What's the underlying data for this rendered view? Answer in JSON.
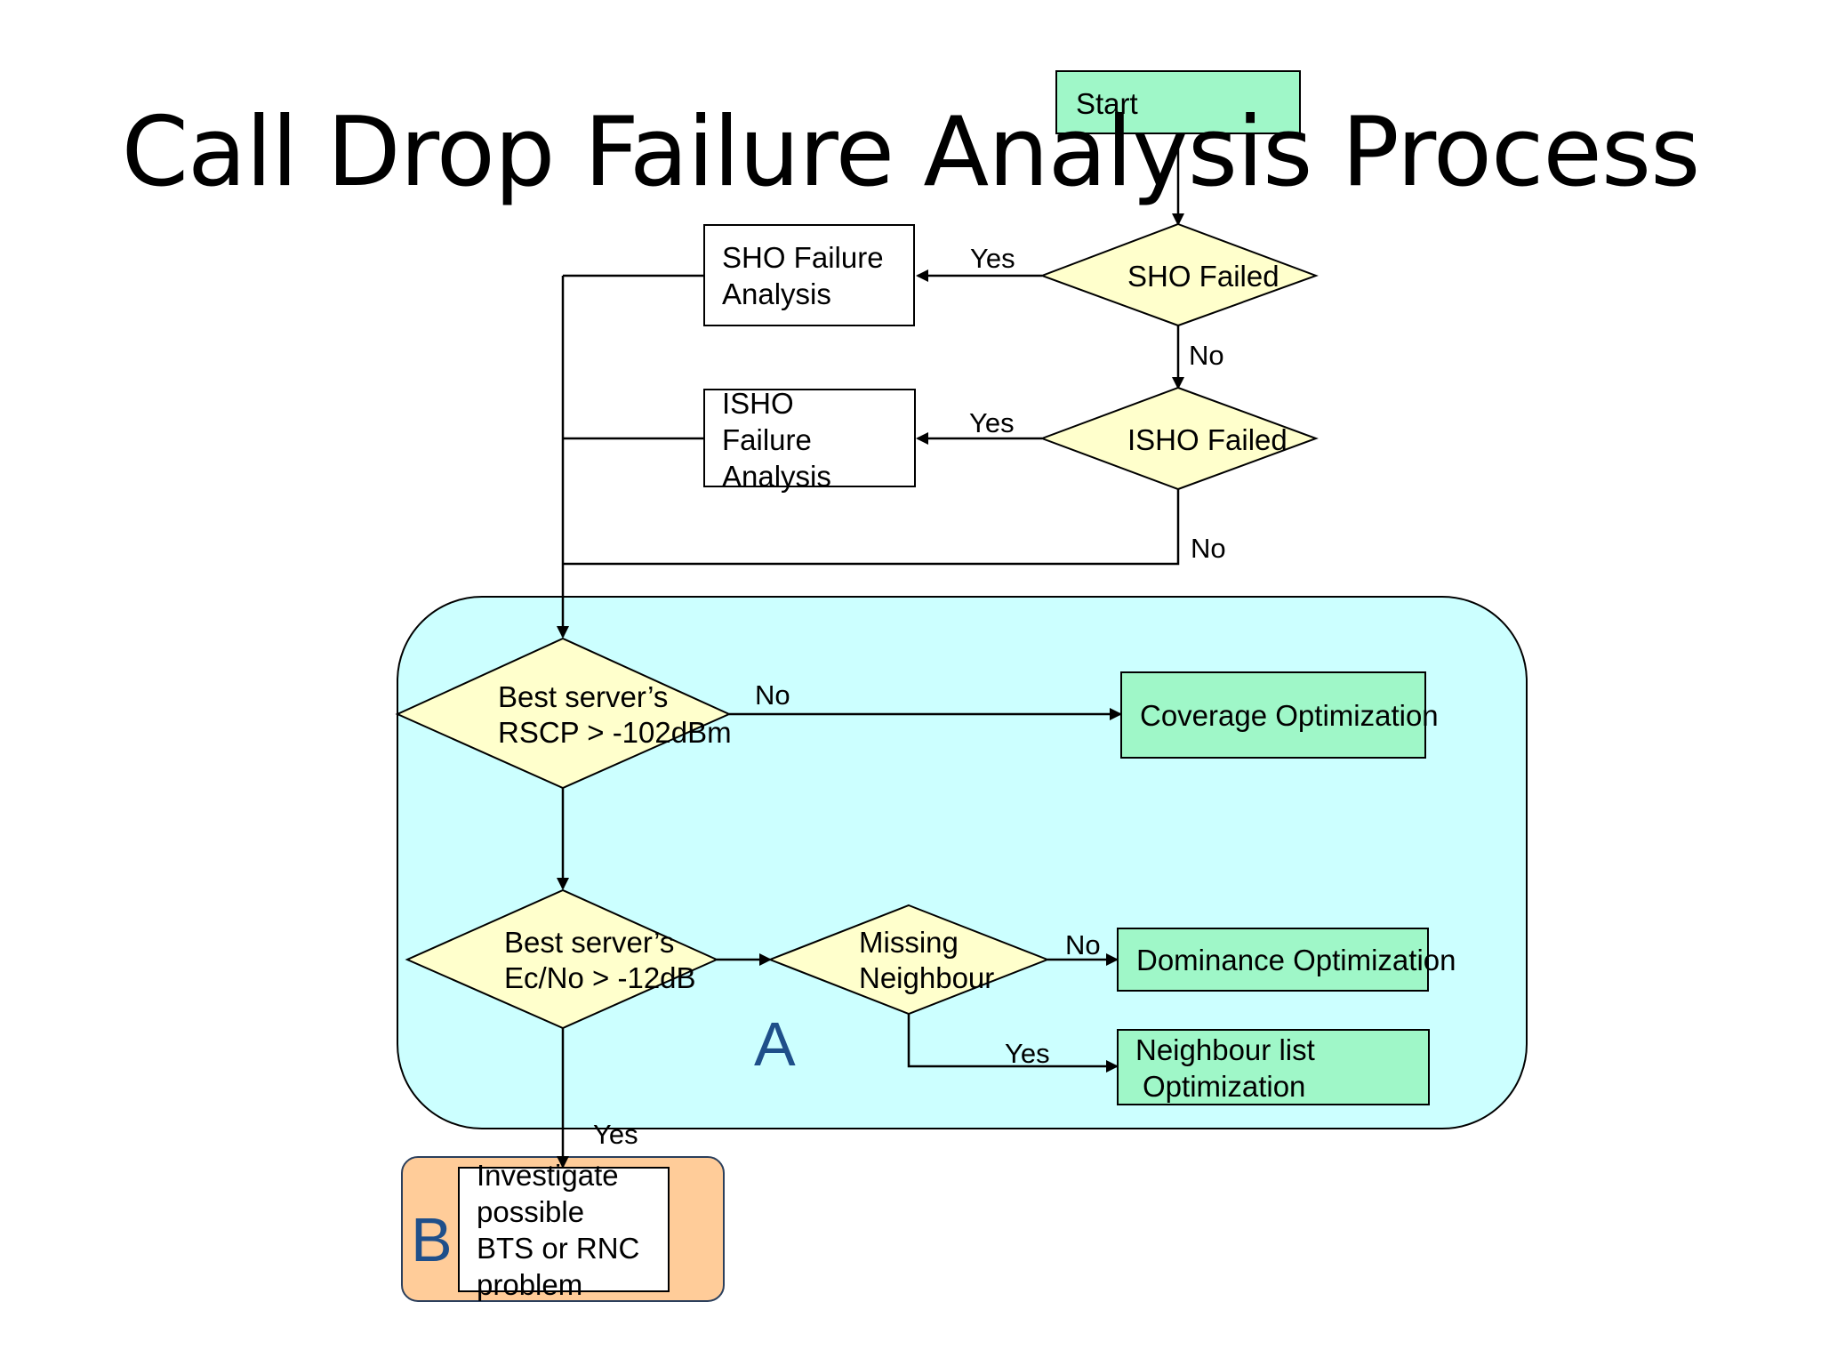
{
  "title": "Call Drop Failure Analysis Process",
  "colors": {
    "terminal_fill": "#9ff7c8",
    "decision_fill": "#ffffcc",
    "region_a_fill": "#ccffff",
    "region_b_fill": "#ffcc99",
    "region_label": "#1f4f8a",
    "line": "#000000"
  },
  "nodes": {
    "start": {
      "label": "Start"
    },
    "sho_failed": {
      "label": "SHO Failed"
    },
    "sho_analysis": {
      "line1": "SHO Failure",
      "line2": "Analysis"
    },
    "isho_failed": {
      "label": "ISHO Failed"
    },
    "isho_analysis": {
      "line1": "ISHO",
      "line2": "Failure",
      "line3": "Analysis"
    },
    "rscp": {
      "line1": "Best server’s",
      "line2": "RSCP > -102dBm"
    },
    "coverage": {
      "label": "Coverage Optimization"
    },
    "ecno": {
      "line1": "Best server’s",
      "line2": "Ec/No > -12dB"
    },
    "missing": {
      "line1": "Missing",
      "line2": "Neighbour"
    },
    "dominance": {
      "label": "Dominance Optimization"
    },
    "neighbour_list": {
      "line1": "Neighbour list",
      "line2": "Optimization"
    },
    "investigate": {
      "line1": "Investigate",
      "line2": "possible",
      "line3": "BTS or RNC",
      "line4": "problem"
    }
  },
  "edge_labels": {
    "sho_yes": "Yes",
    "sho_no": "No",
    "isho_yes": "Yes",
    "isho_no": "No",
    "rscp_no": "No",
    "missing_no": "No",
    "missing_yes": "Yes",
    "ecno_yes": "Yes"
  },
  "regions": {
    "a": {
      "label": "A"
    },
    "b": {
      "label": "B"
    }
  }
}
